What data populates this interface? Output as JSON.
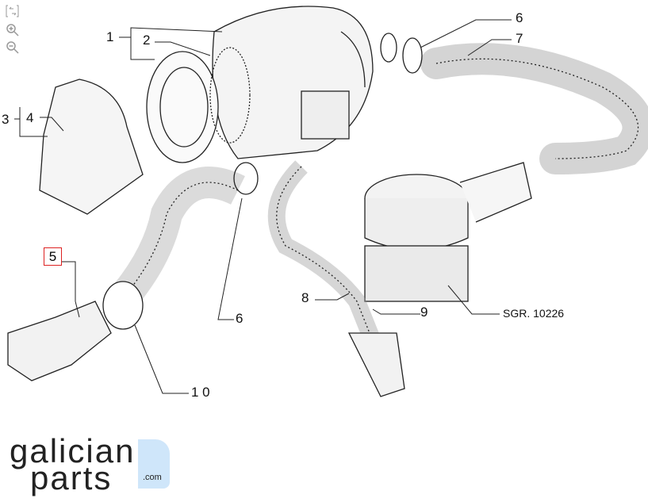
{
  "toolbar": {
    "items": [
      {
        "icon": "fullscreen-icon"
      },
      {
        "icon": "zoom-in-icon"
      },
      {
        "icon": "zoom-out-icon"
      }
    ]
  },
  "labels": {
    "l1": "1",
    "l2": "2",
    "l3": "3",
    "l4": "4",
    "l5": "5",
    "l6a": "6",
    "l7": "7",
    "l6b": "6",
    "l8": "8",
    "l9": "9",
    "l10": "1 0",
    "sgr": "SGR. 10226"
  },
  "logo": {
    "line1": "galician",
    "line2": "parts",
    "suffix": ".com"
  },
  "colors": {
    "highlight": "#dd2222",
    "logo_accent": "#cfe6fa"
  }
}
